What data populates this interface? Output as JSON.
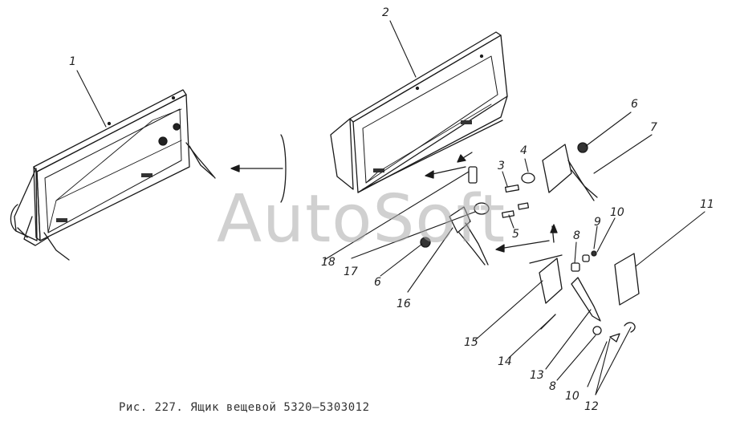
{
  "callouts": [
    {
      "id": "c1",
      "text": "1"
    },
    {
      "id": "c2",
      "text": "2"
    },
    {
      "id": "c3",
      "text": "3"
    },
    {
      "id": "c4",
      "text": "4"
    },
    {
      "id": "c5",
      "text": "5"
    },
    {
      "id": "c6a",
      "text": "6"
    },
    {
      "id": "c6b",
      "text": "6"
    },
    {
      "id": "c7",
      "text": "7"
    },
    {
      "id": "c8a",
      "text": "8"
    },
    {
      "id": "c8b",
      "text": "8"
    },
    {
      "id": "c9",
      "text": "9"
    },
    {
      "id": "c10a",
      "text": "10"
    },
    {
      "id": "c10b",
      "text": "10"
    },
    {
      "id": "c11",
      "text": "11"
    },
    {
      "id": "c12",
      "text": "12"
    },
    {
      "id": "c13",
      "text": "13"
    },
    {
      "id": "c14",
      "text": "14"
    },
    {
      "id": "c15",
      "text": "15"
    },
    {
      "id": "c16",
      "text": "16"
    },
    {
      "id": "c17",
      "text": "17"
    },
    {
      "id": "c18",
      "text": "18"
    }
  ],
  "caption": "Рис. 227. Ящик вещевой 5320—5303012",
  "watermark": "AutoSoft"
}
